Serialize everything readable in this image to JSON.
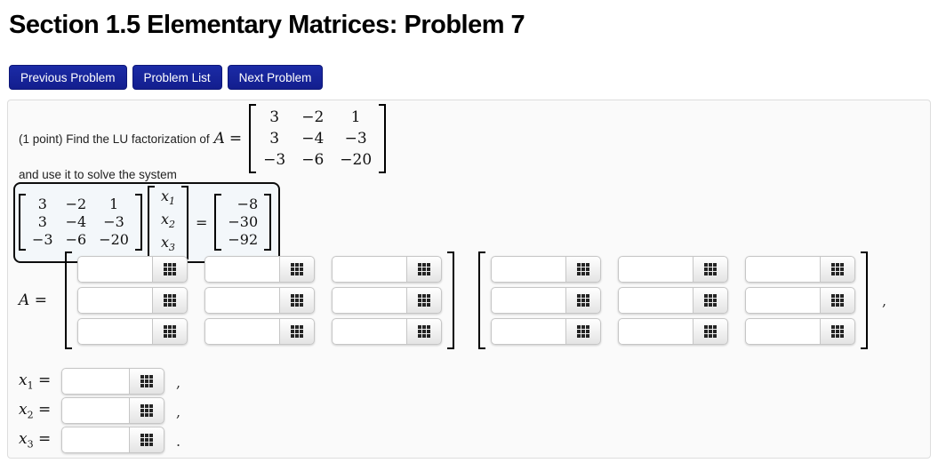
{
  "page": {
    "title": "Section 1.5 Elementary Matrices: Problem 7"
  },
  "nav": {
    "buttons": [
      {
        "label": "Previous Problem"
      },
      {
        "label": "Problem List"
      },
      {
        "label": "Next Problem"
      }
    ]
  },
  "colors": {
    "nav_button_bg": "#16219c",
    "panel_bg": "#fafafa",
    "panel_border": "#dddddd",
    "equation_box_border": "#0d0d0d"
  },
  "icons": {
    "keypad": "keypad-grid-icon"
  },
  "problem": {
    "points_prefix": "(1 point) Find the LU factorization of",
    "A_symbol": "A",
    "equals": "=",
    "matrix_A": [
      [
        "3",
        "−2",
        "1"
      ],
      [
        "3",
        "−4",
        "−3"
      ],
      [
        "−3",
        "−6",
        "−20"
      ]
    ],
    "follow_up": "and use it to solve the system",
    "system": {
      "matrix": [
        [
          "3",
          "−2",
          "1"
        ],
        [
          "3",
          "−4",
          "−3"
        ],
        [
          "−3",
          "−6",
          "−20"
        ]
      ],
      "variables": [
        {
          "base": "x",
          "sub": "1"
        },
        {
          "base": "x",
          "sub": "2"
        },
        {
          "base": "x",
          "sub": "3"
        }
      ],
      "equals": "=",
      "rhs": [
        "−8",
        "−30",
        "−92"
      ]
    }
  },
  "answers": {
    "A_symbol": "A",
    "equals": "=",
    "matrix_inputs_value": "",
    "matrices_punctuation": ",",
    "rows": [
      {
        "base": "x",
        "sub": "1",
        "equals": "=",
        "punctuation": ","
      },
      {
        "base": "x",
        "sub": "2",
        "equals": "=",
        "punctuation": ","
      },
      {
        "base": "x",
        "sub": "3",
        "equals": "=",
        "punctuation": "."
      }
    ]
  }
}
